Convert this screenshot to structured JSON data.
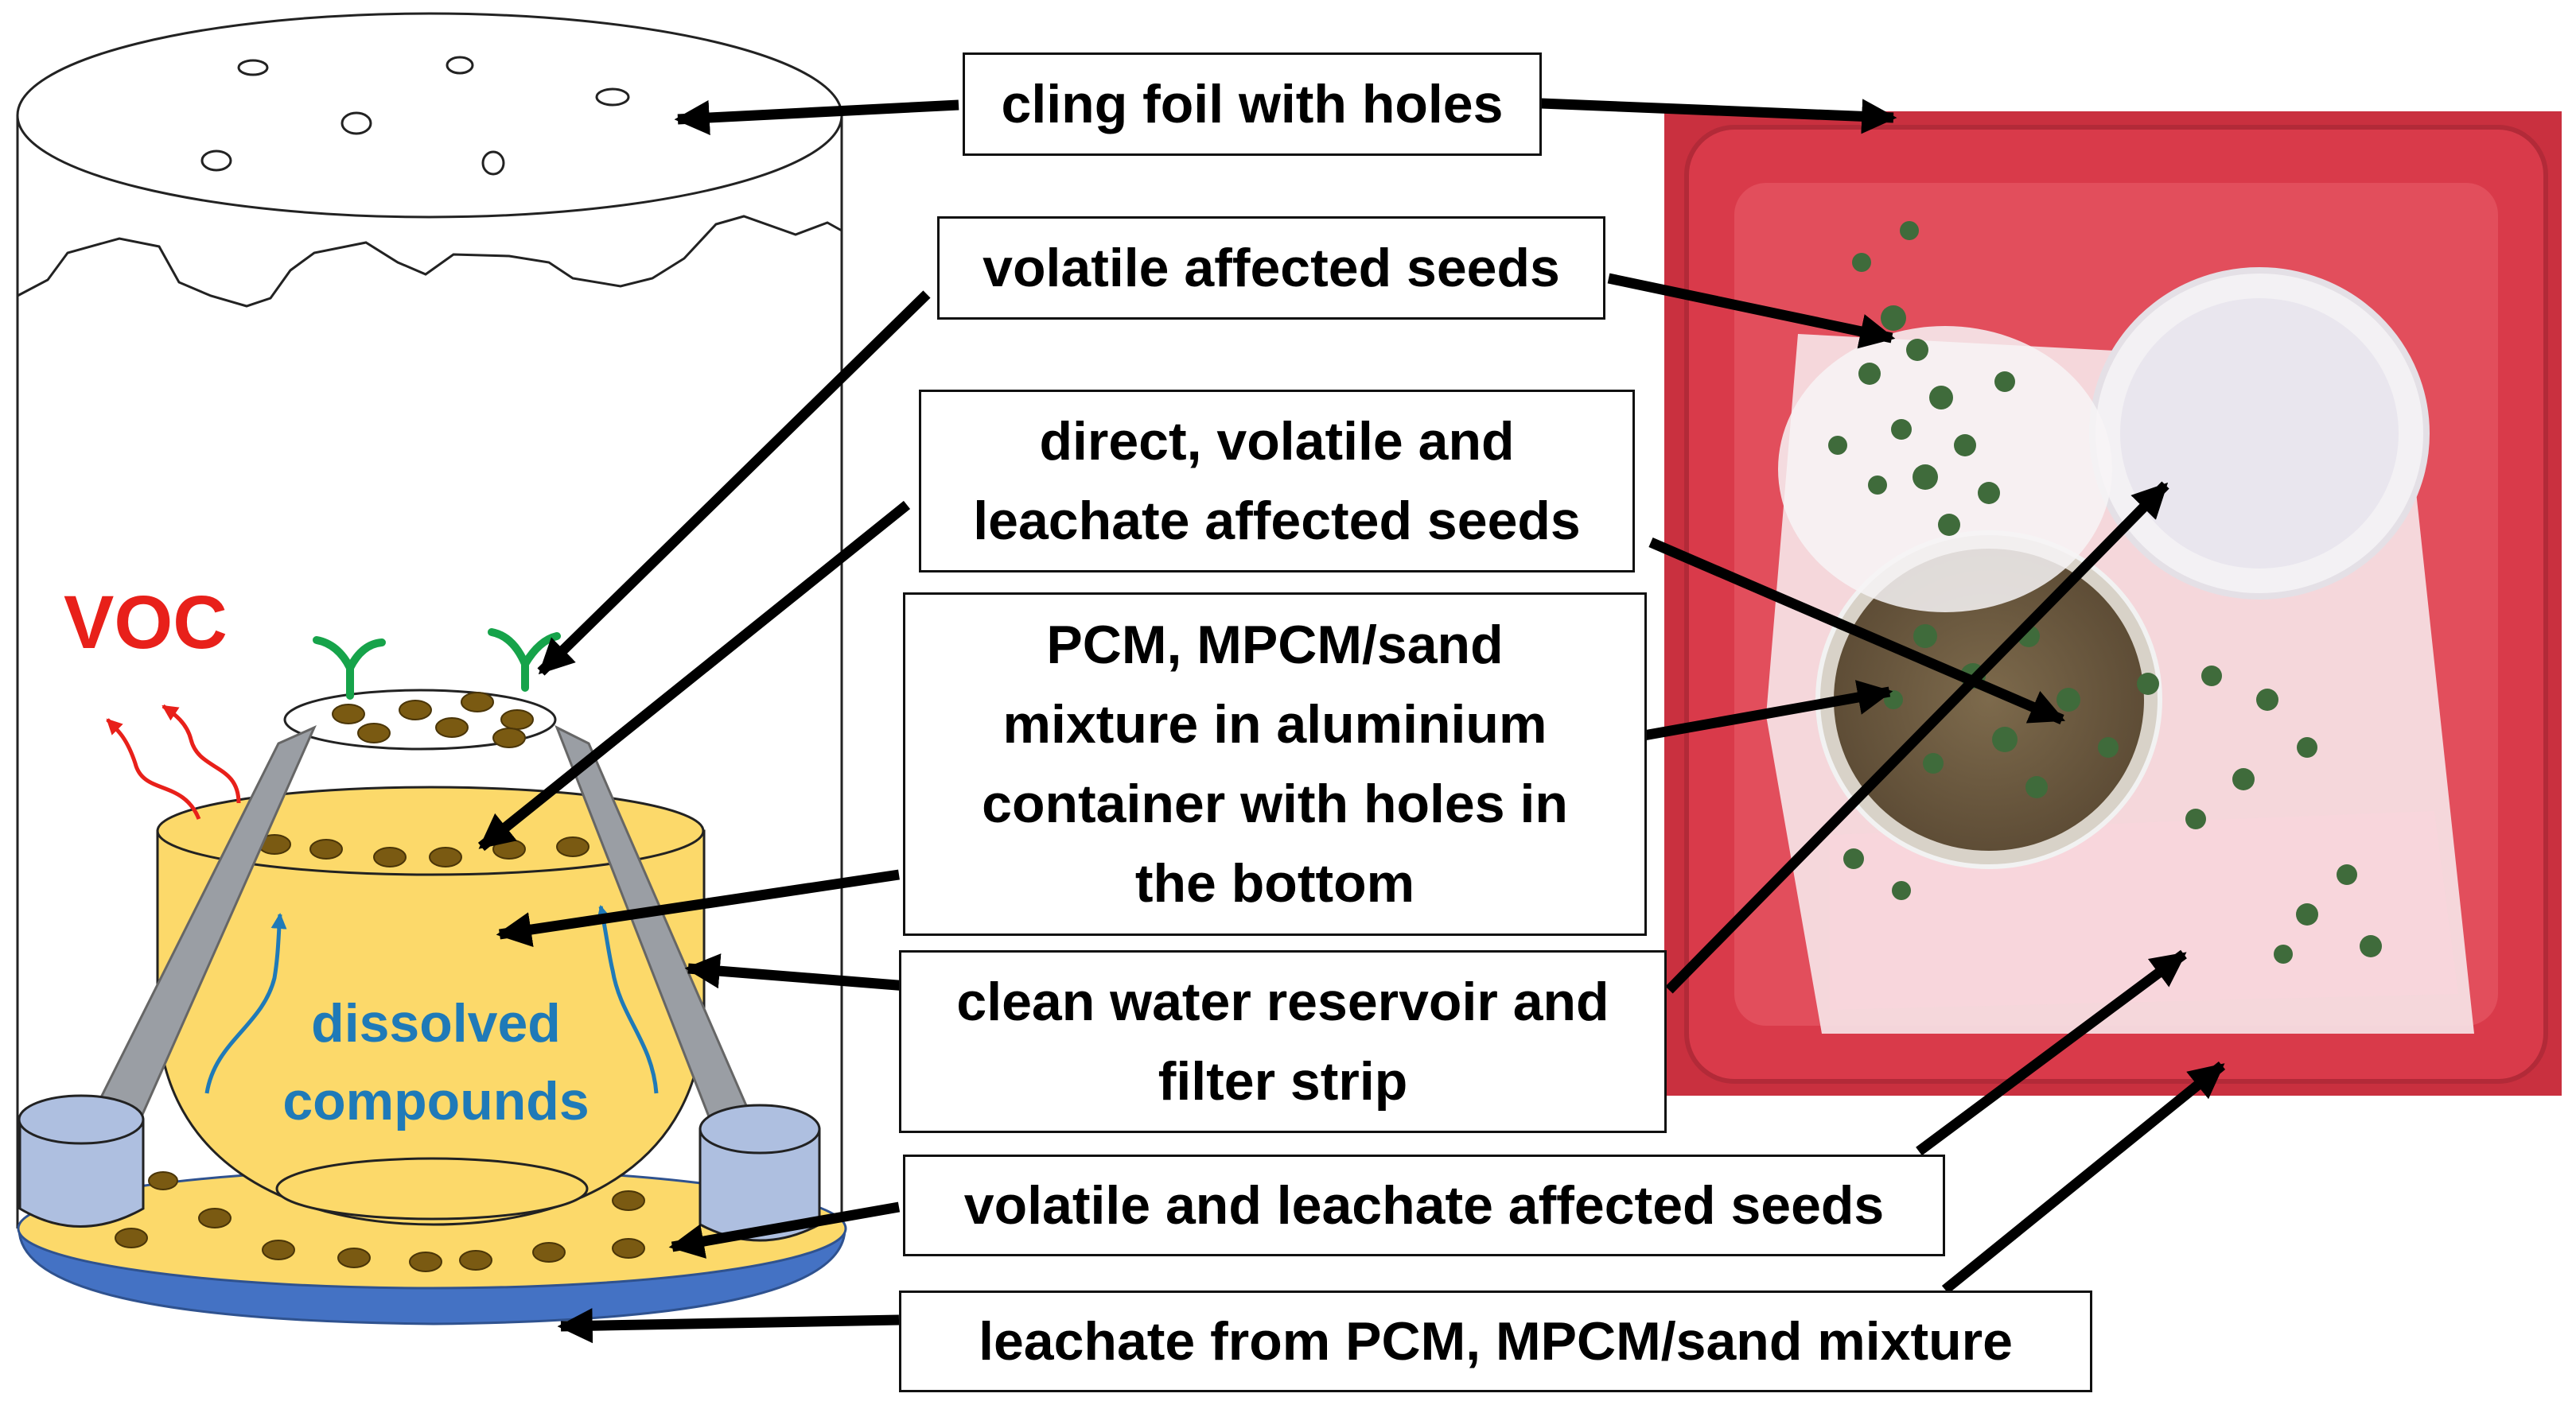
{
  "labels": {
    "cling_foil": "cling foil with holes",
    "volatile_seeds": "volatile affected seeds",
    "direct_volatile_leachate": "direct, volatile and\nleachate affected seeds",
    "pcm_mixture": "PCM, MPCM/sand\nmixture in aluminium\ncontainer with holes in\nthe bottom",
    "clean_water": "clean water reservoir and\nfilter strip",
    "volatile_leachate": "volatile and leachate affected seeds",
    "leachate": "leachate from PCM, MPCM/sand mixture"
  },
  "diagram_text": {
    "voc": "VOC",
    "dissolved_line1": "dissolved",
    "dissolved_line2": "compounds"
  },
  "colors": {
    "voc_red": "#e8201a",
    "dissolved_blue": "#1f7ab8",
    "container_yellow": "#fcd96a",
    "plate_blue": "#4472c4",
    "strip_grey": "#9a9ea4",
    "reservoir_blue": "#aebfe0",
    "seed_brown": "#7a5a12",
    "sprout_green": "#16a34a",
    "tray_red": "#d93a4a"
  }
}
